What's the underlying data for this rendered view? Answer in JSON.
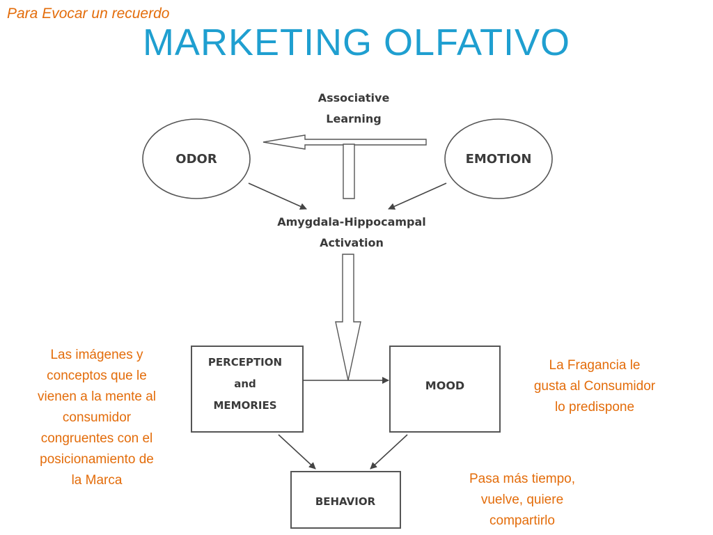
{
  "slide": {
    "subtitle": "Para Evocar un recuerdo",
    "title": "MARKETING OLFATIVO"
  },
  "diagram": {
    "associative_line1": "Associative",
    "associative_line2": "Learning",
    "odor": "ODOR",
    "emotion": "EMOTION",
    "amygdala_line1": "Amygdala-Hippocampal",
    "amygdala_line2": "Activation",
    "perception_line1": "PERCEPTION",
    "perception_line2": "and",
    "perception_line3": "MEMORIES",
    "mood": "MOOD",
    "behavior": "BEHAVIOR"
  },
  "notes": {
    "left": [
      "Las imágenes y",
      "conceptos que le",
      "vienen a la mente al",
      "consumidor",
      "congruentes con el",
      "posicionamiento de",
      "la Marca"
    ],
    "right": [
      "La Fragancia le",
      "gusta al Consumidor",
      "lo predispone"
    ],
    "bottom": [
      "Pasa más tiempo,",
      "vuelve, quiere",
      "compartirlo"
    ]
  },
  "colors": {
    "title": "#1f9fd0",
    "notes": "#e36c0a",
    "diagram_lines": "#555555"
  }
}
